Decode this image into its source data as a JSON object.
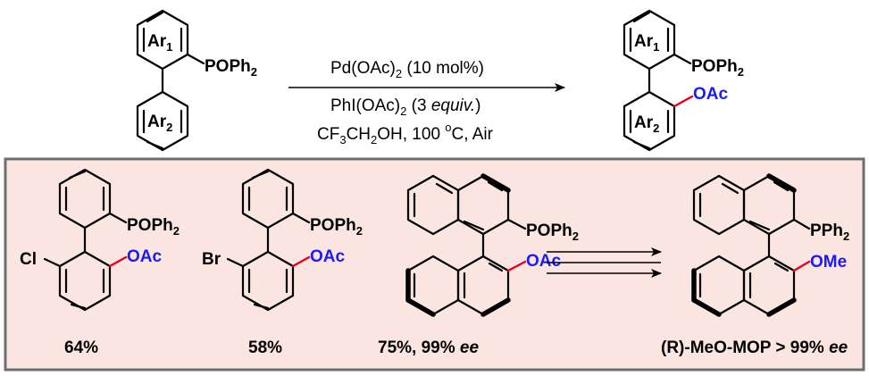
{
  "reaction": {
    "reactant": {
      "ar1": "Ar",
      "ar1_sub": "1",
      "ar2": "Ar",
      "ar2_sub": "2",
      "group": "POPh",
      "group_sub": "2"
    },
    "product": {
      "ar1": "Ar",
      "ar1_sub": "1",
      "ar2": "Ar",
      "ar2_sub": "2",
      "group": "POPh",
      "group_sub": "2",
      "oac": "OAc"
    },
    "conditions": {
      "line1": "Pd(OAc)",
      "line1_sub": "2",
      "line1_rest": " (10 mol%)",
      "line2": "PhI(OAc)",
      "line2_sub": "2",
      "line2_rest": " (3 ",
      "line2_italic": "equiv.",
      "line2_end": ")",
      "line3_a": "CF",
      "line3_sub1": "3",
      "line3_b": "CH",
      "line3_sub2": "2",
      "line3_c": "OH, 100 ",
      "line3_sup": "o",
      "line3_d": "C, Air"
    }
  },
  "examples": [
    {
      "halogen": "Cl",
      "group": "POPh",
      "group_sub": "2",
      "oac": "OAc",
      "yield": "64%"
    },
    {
      "halogen": "Br",
      "group": "POPh",
      "group_sub": "2",
      "oac": "OAc",
      "yield": "58%"
    },
    {
      "group": "POPh",
      "group_sub": "2",
      "oac": "OAc",
      "yield": "75%, 99% ",
      "yield_ee": "ee"
    },
    {
      "group": "PPh",
      "group_sub": "2",
      "ome": "OMe",
      "yield": "(R)-MeO-MOP > 99% ",
      "yield_ee": "ee"
    }
  ],
  "colors": {
    "oxygen_label": "#1a1aff",
    "oxygen_bond": "#e8001c",
    "panel_bg": "#fae5e0",
    "panel_border": "#6e6e6e"
  }
}
